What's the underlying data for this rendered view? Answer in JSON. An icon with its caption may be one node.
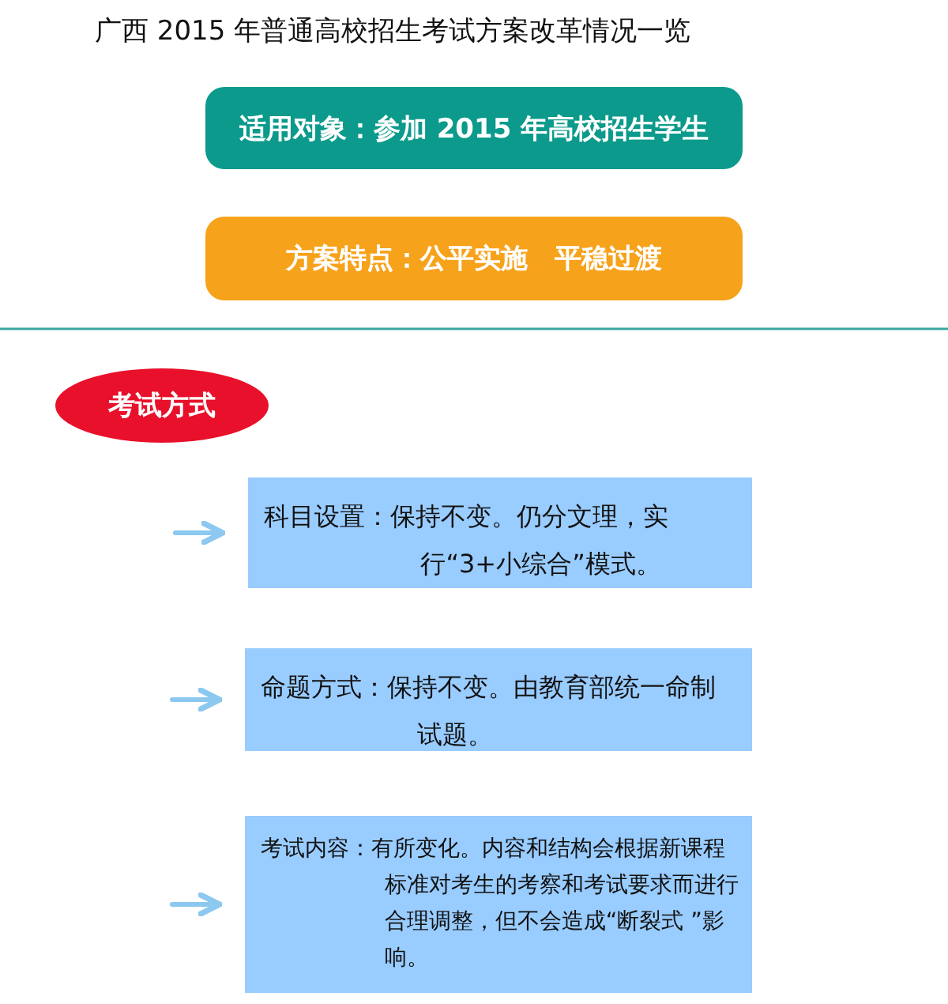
{
  "diagram": {
    "title": "广西 2015 年普通高校招生考试方案改革情况一览",
    "nodes": [
      {
        "text": [
          "适用对象：参加 2015 年高校招生学生"
        ]
      },
      {
        "text": [
          "方案特点：公平实施　平稳过渡"
        ]
      },
      {
        "text": [
          "考试方式"
        ]
      },
      {
        "text": [
          "科目设置：保持不变。仍分文理，实行“3+小综合”模式。"
        ]
      },
      {
        "text": [
          "命题方式：保持不变。由教育部统一命制试题。"
        ]
      },
      {
        "text": [
          "考试内容：有所变化。内容和结构会根据新课程标准对考生的考察和考试要求而进行合理调整，但不会造成“断裂式 ”影响。"
        ]
      }
    ],
    "edges": [
      {
        "from": null,
        "to": 3,
        "arrow": "to"
      },
      {
        "from": null,
        "to": 4,
        "arrow": "to"
      },
      {
        "from": null,
        "to": 5,
        "arrow": "to"
      }
    ]
  }
}
